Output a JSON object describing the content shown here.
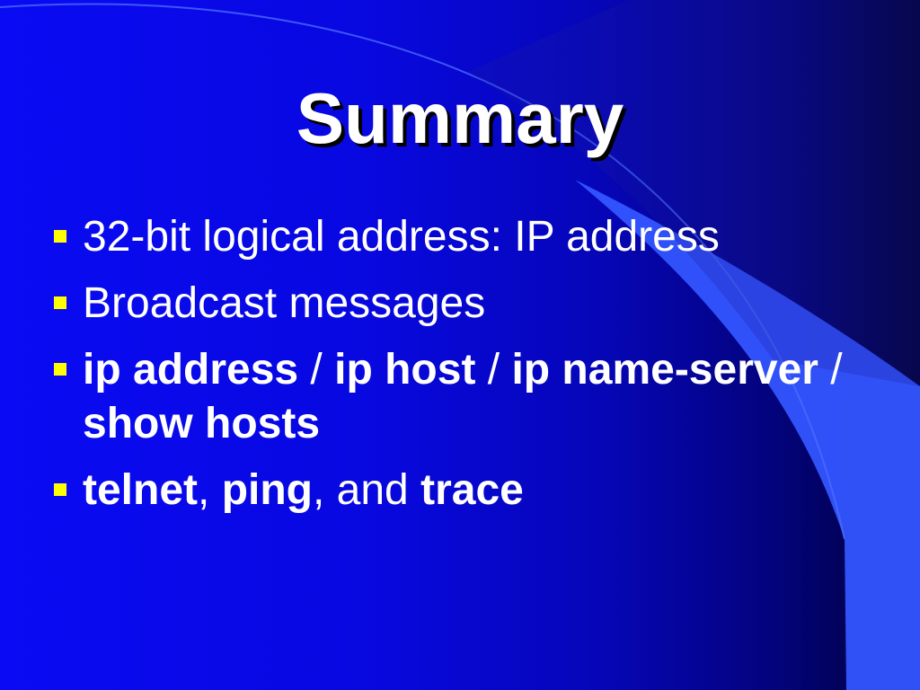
{
  "slide": {
    "title": "Summary",
    "bullets": [
      {
        "parts": [
          {
            "text": "32-bit logical address: IP address",
            "bold": false
          }
        ]
      },
      {
        "parts": [
          {
            "text": "Broadcast messages",
            "bold": false
          }
        ]
      },
      {
        "parts": [
          {
            "text": " ip address",
            "bold": true
          },
          {
            "text": " / ",
            "bold": false
          },
          {
            "text": "ip host",
            "bold": true
          },
          {
            "text": " / ",
            "bold": false
          },
          {
            "text": "ip name-server",
            "bold": true
          },
          {
            "text": " / ",
            "bold": false
          },
          {
            "text": "show hosts",
            "bold": true
          }
        ]
      },
      {
        "parts": [
          {
            "text": "telnet",
            "bold": true
          },
          {
            "text": ", ",
            "bold": false
          },
          {
            "text": "ping",
            "bold": true
          },
          {
            "text": ", and ",
            "bold": false
          },
          {
            "text": "trace",
            "bold": true
          }
        ]
      }
    ]
  },
  "theme": {
    "bullet_marker_color": "#ffff00",
    "accent_swoosh": "#3b5cff",
    "background": "#0808e0"
  }
}
